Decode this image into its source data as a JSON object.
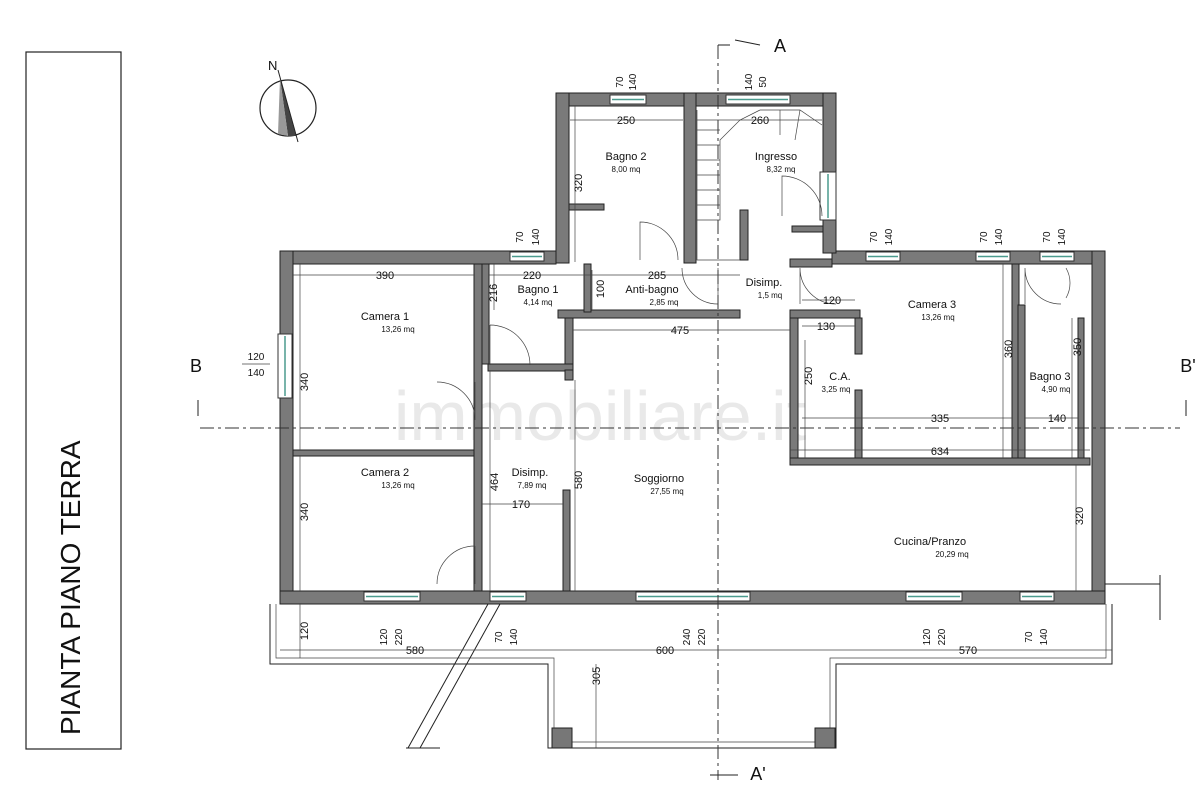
{
  "title": "PIANTA PIANO TERRA",
  "north_label": "N",
  "watermark": "immobiliare.it",
  "sections": {
    "a_top": "A",
    "a_bottom": "A'",
    "b_left": "B",
    "b_right": "B'"
  },
  "rooms": [
    {
      "name": "Bagno 2",
      "area": "8,00 mq"
    },
    {
      "name": "Ingresso",
      "area": "8,32 mq"
    },
    {
      "name": "Bagno 1",
      "area": "4,14 mq"
    },
    {
      "name": "Anti-bagno",
      "area": "2,85 mq"
    },
    {
      "name": "Disimp.",
      "area": "1,5 mq"
    },
    {
      "name": "Camera 3",
      "area": "13,26 mq"
    },
    {
      "name": "Camera 1",
      "area": "13,26 mq"
    },
    {
      "name": "C.A.",
      "area": "3,25 mq"
    },
    {
      "name": "Bagno 3",
      "area": "4,90 mq"
    },
    {
      "name": "Camera 2",
      "area": "13,26 mq"
    },
    {
      "name": "Disimp.",
      "area": "7,89 mq"
    },
    {
      "name": "Soggiorno",
      "area": "27,55 mq"
    },
    {
      "name": "Cucina/Pranzo",
      "area": "20,29 mq"
    }
  ],
  "dimensions": [
    "250",
    "260",
    "320",
    "390",
    "220",
    "285",
    "216",
    "100",
    "120",
    "475",
    "130",
    "360",
    "350",
    "250",
    "335",
    "140",
    "634",
    "340",
    "464",
    "580",
    "170",
    "340",
    "320",
    "120",
    "580",
    "600",
    "570",
    "305"
  ],
  "window_labels": [
    [
      "70",
      "140"
    ],
    [
      "140",
      "50"
    ],
    [
      "70",
      "140"
    ],
    [
      "70",
      "140"
    ],
    [
      "70",
      "140"
    ],
    [
      "70",
      "140"
    ],
    [
      "120",
      "140"
    ],
    [
      "120",
      "220"
    ],
    [
      "70",
      "140"
    ],
    [
      "240",
      "220"
    ],
    [
      "120",
      "220"
    ],
    [
      "70",
      "140"
    ]
  ]
}
